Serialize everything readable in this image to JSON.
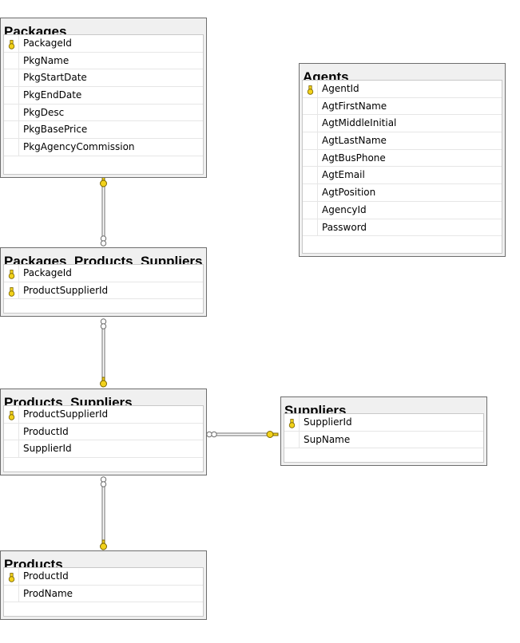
{
  "tables": [
    {
      "id": "packages",
      "name": "Packages",
      "columns": [
        {
          "name": "PackageId",
          "pk": true
        },
        {
          "name": "PkgName",
          "pk": false
        },
        {
          "name": "PkgStartDate",
          "pk": false
        },
        {
          "name": "PkgEndDate",
          "pk": false
        },
        {
          "name": "PkgDesc",
          "pk": false
        },
        {
          "name": "PkgBasePrice",
          "pk": false
        },
        {
          "name": "PkgAgencyCommission",
          "pk": false
        }
      ]
    },
    {
      "id": "agents",
      "name": "Agents",
      "columns": [
        {
          "name": "AgentId",
          "pk": true
        },
        {
          "name": "AgtFirstName",
          "pk": false
        },
        {
          "name": "AgtMiddleInitial",
          "pk": false
        },
        {
          "name": "AgtLastName",
          "pk": false
        },
        {
          "name": "AgtBusPhone",
          "pk": false
        },
        {
          "name": "AgtEmail",
          "pk": false
        },
        {
          "name": "AgtPosition",
          "pk": false
        },
        {
          "name": "AgencyId",
          "pk": false
        },
        {
          "name": "Password",
          "pk": false
        }
      ]
    },
    {
      "id": "pps",
      "name": "Packages_Products_Suppliers",
      "columns": [
        {
          "name": "PackageId",
          "pk": true
        },
        {
          "name": "ProductSupplierId",
          "pk": true
        }
      ]
    },
    {
      "id": "ps",
      "name": "Products_Suppliers",
      "columns": [
        {
          "name": "ProductSupplierId",
          "pk": true
        },
        {
          "name": "ProductId",
          "pk": false
        },
        {
          "name": "SupplierId",
          "pk": false
        }
      ]
    },
    {
      "id": "suppliers",
      "name": "Suppliers",
      "columns": [
        {
          "name": "SupplierId",
          "pk": true
        },
        {
          "name": "SupName",
          "pk": false
        }
      ]
    },
    {
      "id": "products",
      "name": "Products",
      "columns": [
        {
          "name": "ProductId",
          "pk": true
        },
        {
          "name": "ProdName",
          "pk": false
        }
      ]
    }
  ],
  "relationships": [
    {
      "one": "packages",
      "many": "pps"
    },
    {
      "one": "ps",
      "many": "pps"
    },
    {
      "one": "suppliers",
      "many": "ps"
    },
    {
      "one": "products",
      "many": "ps"
    }
  ],
  "colors": {
    "key": "#f2d21b",
    "key_stroke": "#7a6400",
    "line": "#6d6d6d",
    "header_bg": "#f0f0f0"
  }
}
